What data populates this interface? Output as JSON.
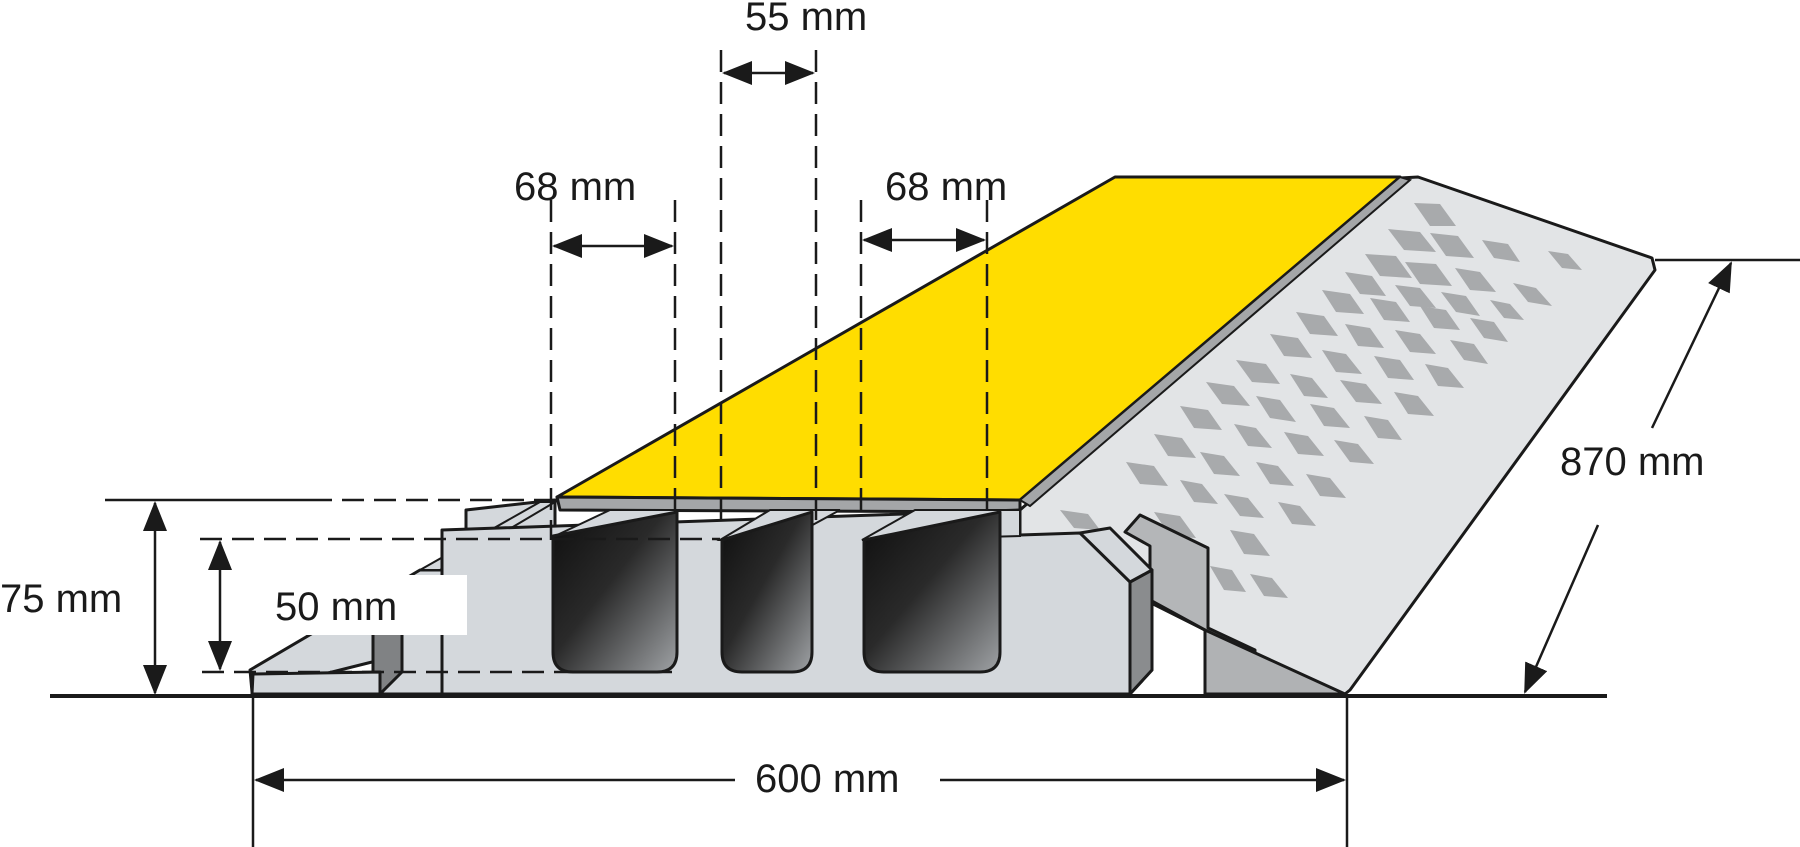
{
  "diagram": {
    "subject": "Cable protector ramp with 3 channels",
    "colors": {
      "lid_yellow": "#ffdd00",
      "body_light_grey": "#d4d8dc",
      "ramp_surface_grey": "#e2e4e6",
      "tread_diamond_grey": "#a8aaac",
      "channel_dark": "#1c1c1c",
      "side_dark_grey": "#8a8c8e",
      "lid_edge_grey": "#a4a6a8",
      "line_black": "#1a1a1a"
    },
    "dimensions": {
      "channel_center_width": "55 mm",
      "channel_left_width": "68 mm",
      "channel_right_width": "68 mm",
      "total_height": "75 mm",
      "channel_height": "50 mm",
      "base_width": "600 mm",
      "length": "870 mm"
    },
    "channel_count": 3
  }
}
